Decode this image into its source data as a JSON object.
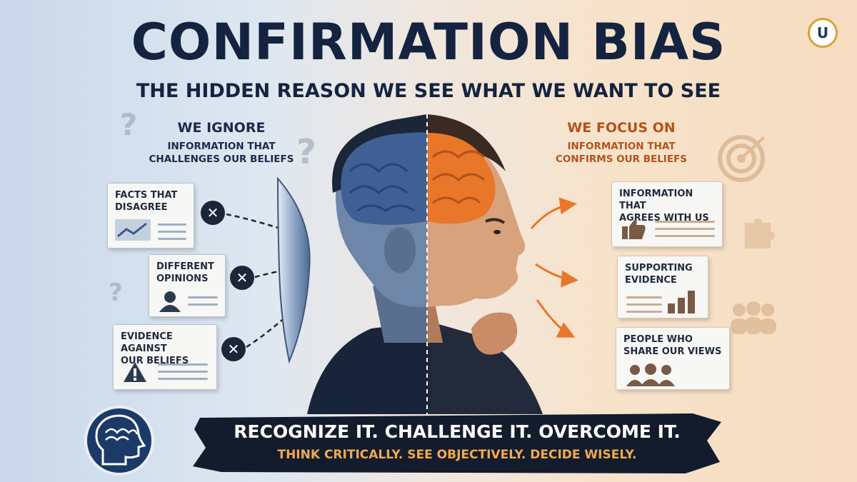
{
  "header": {
    "title": "CONFIRMATION BIAS",
    "subtitle": "THE HIDDEN REASON WE SEE WHAT WE WANT TO SEE"
  },
  "left": {
    "heading": "WE IGNORE",
    "subheading_line1": "INFORMATION THAT",
    "subheading_line2": "CHALLENGES OUR BELIEFS",
    "cards": [
      {
        "line1": "FACTS THAT",
        "line2": "DISAGREE",
        "icon": "chart-icon"
      },
      {
        "line1": "DIFFERENT",
        "line2": "OPINIONS",
        "icon": "person-icon"
      },
      {
        "line1": "EVIDENCE AGAINST",
        "line2": "OUR BELIEFS",
        "icon": "warning-icon"
      }
    ],
    "reject_mark": "✕"
  },
  "right": {
    "heading": "WE FOCUS ON",
    "subheading_line1": "INFORMATION THAT",
    "subheading_line2": "CONFIRMS OUR BELIEFS",
    "cards": [
      {
        "line1": "INFORMATION THAT",
        "line2": "AGREES WITH US",
        "icon": "thumbs-up-icon"
      },
      {
        "line1": "SUPPORTING",
        "line2": "EVIDENCE",
        "icon": "bar-chart-icon"
      },
      {
        "line1": "PEOPLE WHO",
        "line2": "SHARE OUR VIEWS",
        "icon": "group-icon"
      }
    ]
  },
  "banner": {
    "line1": "RECOGNIZE IT. CHALLENGE IT. OVERCOME IT.",
    "line2": "THINK CRITICALLY. SEE OBJECTIVELY. DECIDE WISELY."
  },
  "logo": {
    "letter": "U"
  },
  "colors": {
    "navy": "#14233f",
    "orange": "#e8772a",
    "blue_brain": "#3f5f95"
  }
}
